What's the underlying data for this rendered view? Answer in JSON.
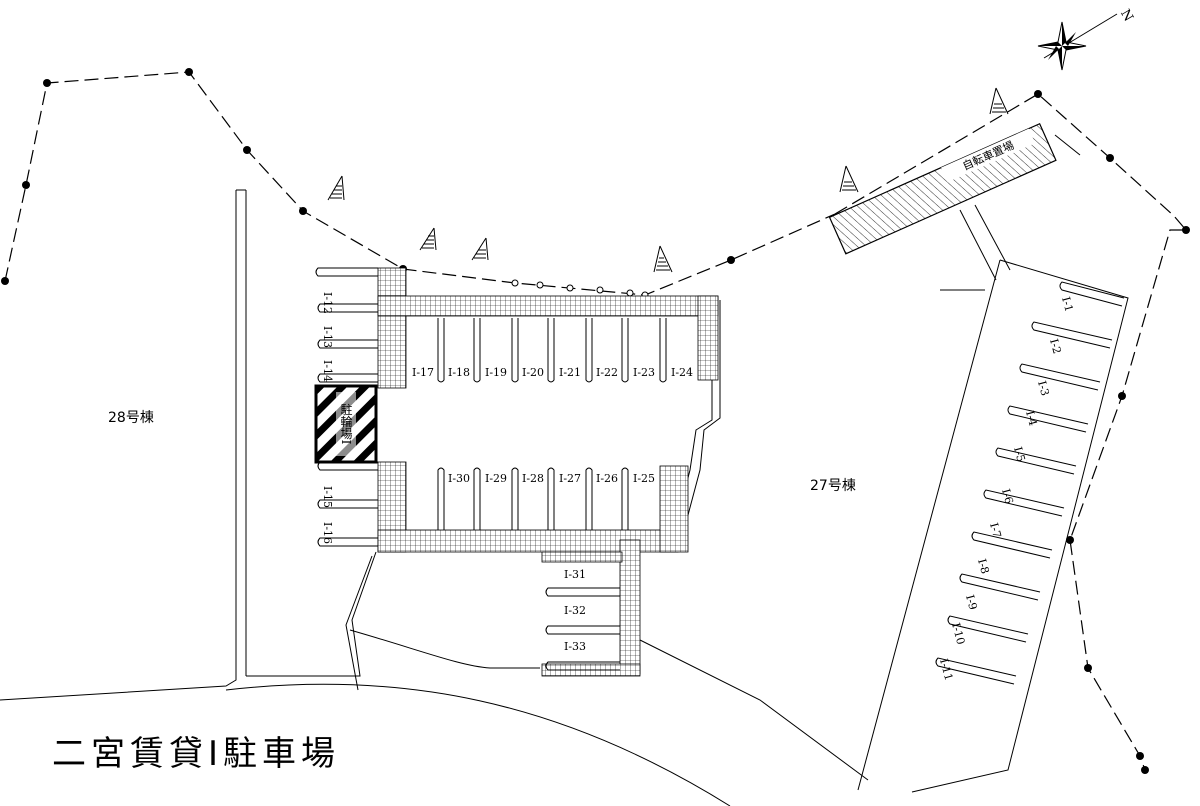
{
  "title": "二宮賃貸Ⅰ駐車場",
  "buildings": {
    "b28": "28号棟",
    "b27": "27号棟"
  },
  "north_mark": "N",
  "bicycle_parking": "自転車置場",
  "store": "駐輪場I",
  "spaces": {
    "left": [
      "I-12",
      "I-13",
      "I-14",
      "I-15",
      "I-16"
    ],
    "top": [
      "I-17",
      "I-18",
      "I-19",
      "I-20",
      "I-21",
      "I-22",
      "I-23",
      "I-24"
    ],
    "bottom": [
      "I-30",
      "I-29",
      "I-28",
      "I-27",
      "I-26",
      "I-25"
    ],
    "lower": [
      "I-31",
      "I-32",
      "I-33"
    ],
    "right": [
      "I-1",
      "I-2",
      "I-3",
      "I-4",
      "I-5",
      "I-6",
      "I-7",
      "I-8",
      "I-9",
      "I-10",
      "I-11"
    ]
  }
}
